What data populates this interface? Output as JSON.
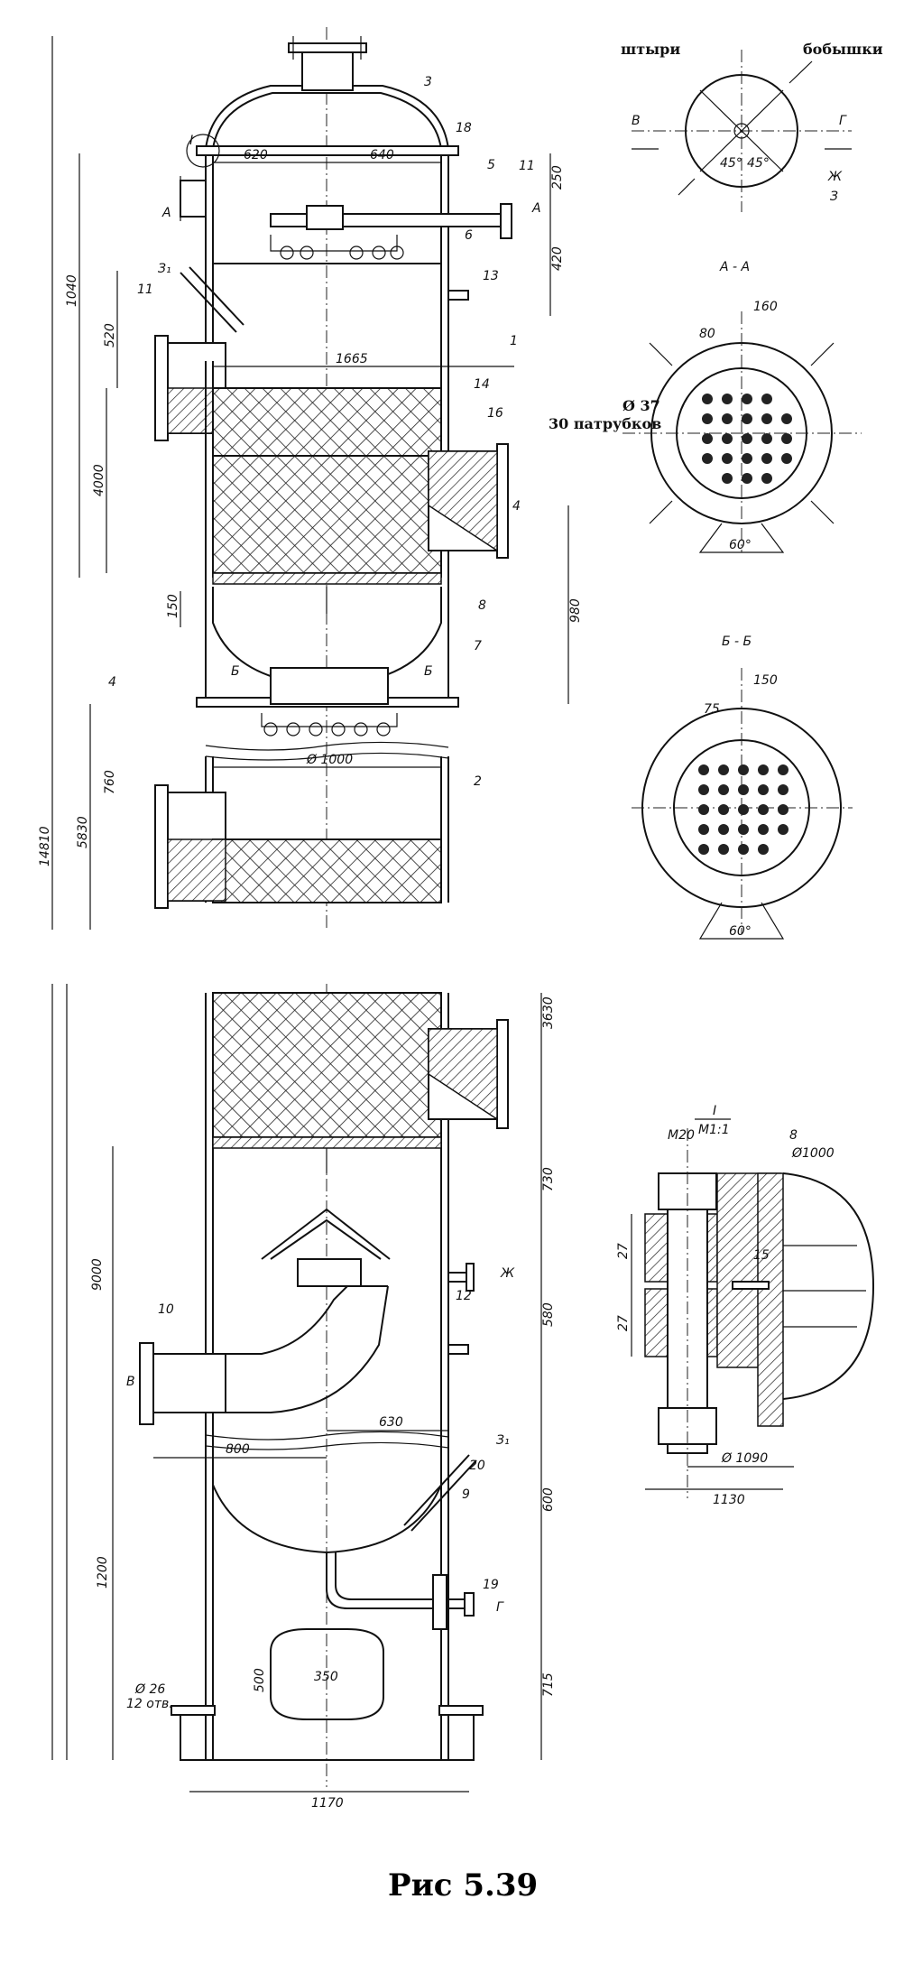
{
  "figure": {
    "caption": "Рис 5.39",
    "top_view_labels": {
      "pins": "штыри",
      "bosses": "бобышки"
    },
    "nozzle_label": "30 патрубков",
    "nozzle_diameter": "Ø 37",
    "section_aa": "А - А",
    "section_bb": "Б - Б",
    "detail_label": "I",
    "detail_scale": "М1:1",
    "angles": {
      "aa": "60°",
      "bb": "60°",
      "top1": "45°",
      "top2": "45°"
    },
    "section_dims": {
      "aa_160": "160",
      "aa_80": "80",
      "bb_150": "150",
      "bb_75": "75"
    },
    "detail_dims": {
      "bolt": "М20",
      "d1000": "Ø1000",
      "d1090": "Ø 1090",
      "w1130": "1130",
      "h27a": "27",
      "h27b": "27",
      "s8": "8"
    },
    "upper_dims": {
      "d620": "620",
      "d640": "640",
      "d1665": "1665",
      "d1000": "Ø 1000",
      "v250": "250",
      "v420": "420",
      "v1040": "1040",
      "v520": "520",
      "v4000": "4000",
      "v150": "150",
      "v980": "980",
      "v760": "760",
      "v5830": "5830",
      "v14810": "14810",
      "v4": "4"
    },
    "lower_dims": {
      "d630": "630",
      "d800": "800",
      "d350": "350",
      "d1170": "1170",
      "holes": "Ø 26",
      "holes_count": "12 отв.",
      "v3630": "3630",
      "v730": "730",
      "v580": "580",
      "v9000": "9000",
      "v1200": "1200",
      "v600": "600",
      "v715": "715",
      "v500": "500"
    },
    "part_numbers": [
      "1",
      "2",
      "3",
      "4",
      "5",
      "6",
      "7",
      "8",
      "9",
      "10",
      "11",
      "11",
      "12",
      "13",
      "14",
      "15",
      "16",
      "18",
      "19",
      "20"
    ],
    "letters": {
      "a": "А",
      "b": "Б",
      "zh": "Ж",
      "g": "Г",
      "v": "В",
      "z1": "З₁",
      "z": "З"
    }
  }
}
